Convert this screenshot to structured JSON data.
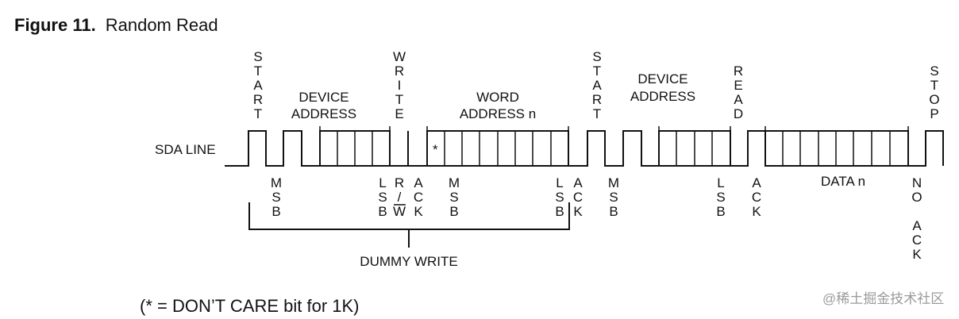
{
  "figure": {
    "number": "Figure 11.",
    "title": "Random Read"
  },
  "line_label": "SDA LINE",
  "vertical_labels": {
    "start1": "START",
    "write": "WRITE",
    "start2": "START",
    "read": "READ",
    "stop": "STOP",
    "msb1": "MSB",
    "lsb1": "LSB",
    "ack1": "ACK",
    "msb2": "MSB",
    "lsb2": "LSB",
    "ack2": "ACK",
    "msb3": "MSB",
    "lsb3": "LSB",
    "ack3": "ACK",
    "no": "NO",
    "noack": "ACK"
  },
  "rw_label": {
    "r": "R",
    "slash": "/",
    "w": "W"
  },
  "headers": {
    "device_address_1": [
      "DEVICE",
      "ADDRESS"
    ],
    "word_address": [
      "WORD",
      "ADDRESS n"
    ],
    "device_address_2": [
      "DEVICE",
      "ADDRESS"
    ]
  },
  "data_label": "DATA n",
  "dont_care_mark": "*",
  "dummy_write_label": "DUMMY WRITE",
  "footnote": "(* = DON’T CARE bit for 1K)",
  "watermark": "@稀土掘金技术社区"
}
